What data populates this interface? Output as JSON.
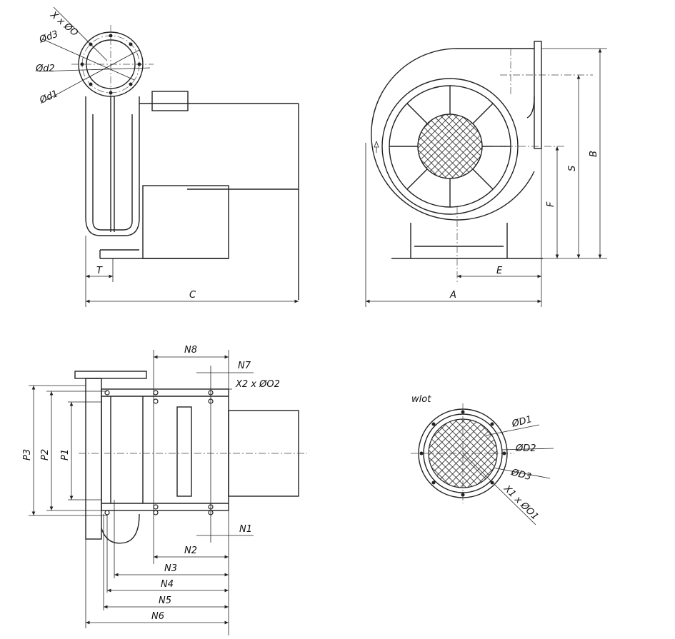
{
  "side_view": {
    "flange_holes": "X x ØO",
    "d3": "Ød3",
    "d2": "Ød2",
    "d1": "Ød1",
    "t": "T",
    "c": "C"
  },
  "front_view": {
    "a": "A",
    "e": "E",
    "f": "F",
    "s": "S",
    "b": "B"
  },
  "top_view": {
    "n8": "N8",
    "n7": "N7",
    "foot_holes": "X2 x ØO2",
    "p3": "P3",
    "p2": "P2",
    "p1": "P1",
    "n1": "N1",
    "n2": "N2",
    "n3": "N3",
    "n4": "N4",
    "n5": "N5",
    "n6": "N6"
  },
  "inlet_view": {
    "title": "wlot",
    "d1": "ØD1",
    "d2": "ØD2",
    "d3": "ØD3",
    "holes": "X1 x ØO1"
  },
  "colors": {
    "line": "#222222",
    "background": "#ffffff"
  }
}
